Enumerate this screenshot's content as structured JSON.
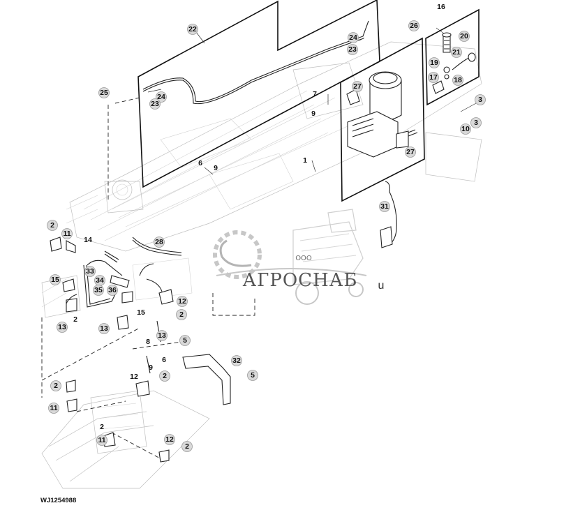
{
  "figure_ref": "WJ1254988",
  "watermark": {
    "prefix": "ООО",
    "brand": "АГРОСНАБ",
    "suffix": "u"
  },
  "callouts": [
    "22",
    "24",
    "23",
    "24",
    "23",
    "25",
    "26",
    "27",
    "27",
    "16",
    "20",
    "21",
    "19",
    "17",
    "18",
    "3",
    "3",
    "10",
    "7",
    "9",
    "6",
    "9",
    "1",
    "31",
    "2",
    "11",
    "14",
    "28",
    "33",
    "34",
    "35",
    "36",
    "15",
    "12",
    "2",
    "15",
    "13",
    "2",
    "13",
    "13",
    "8",
    "6",
    "5",
    "9",
    "32",
    "12",
    "2",
    "5",
    "2",
    "11",
    "2",
    "11",
    "12",
    "2"
  ]
}
